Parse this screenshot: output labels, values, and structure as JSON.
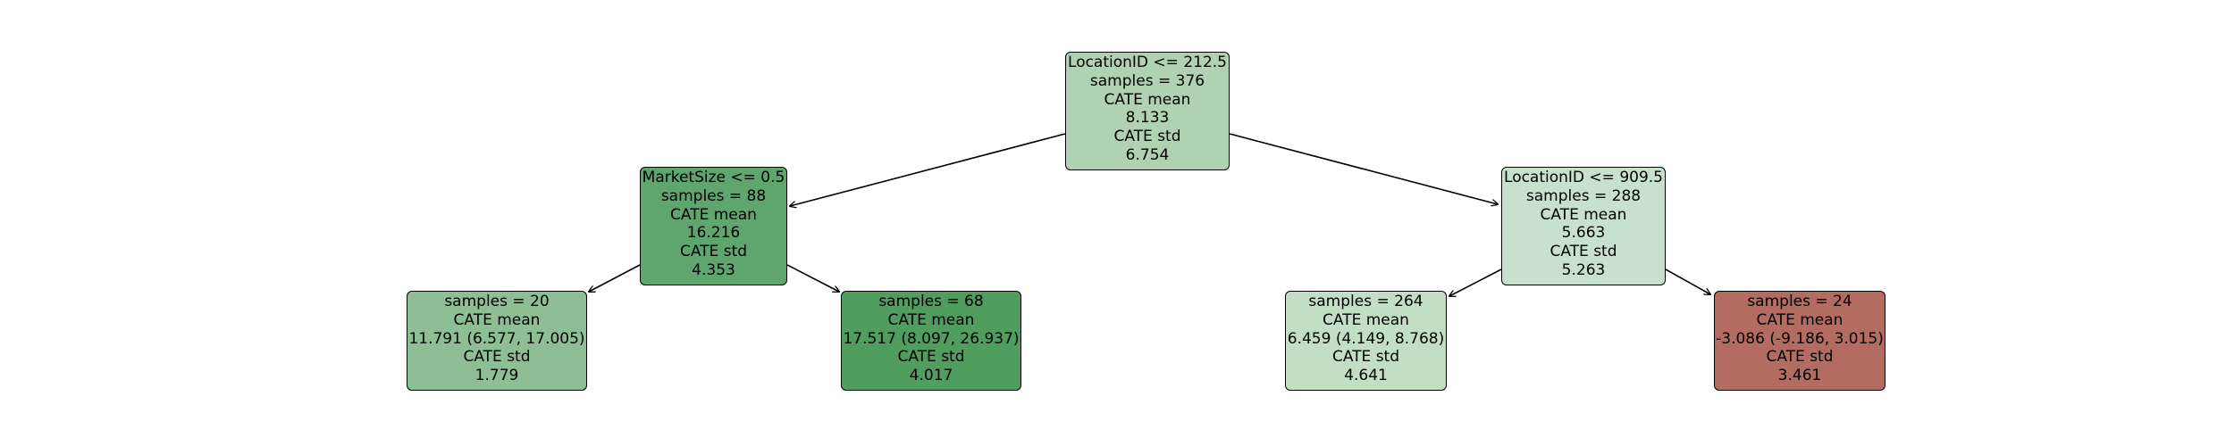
{
  "tree": {
    "nodes": [
      {
        "id": "root",
        "color": "#afd2b3",
        "lines": [
          "LocationID <= 212.5",
          "samples = 376",
          "CATE mean",
          "8.133",
          "CATE std",
          "6.754"
        ]
      },
      {
        "id": "left",
        "color": "#5fa66e",
        "lines": [
          "MarketSize <= 0.5",
          "samples = 88",
          "CATE mean",
          "16.216",
          "CATE std",
          "4.353"
        ]
      },
      {
        "id": "right",
        "color": "#c8e1cc",
        "lines": [
          "LocationID <= 909.5",
          "samples = 288",
          "CATE mean",
          "5.663",
          "CATE std",
          "5.263"
        ]
      },
      {
        "id": "left-left",
        "color": "#8ebf94",
        "lines": [
          "samples = 20",
          "CATE mean",
          "11.791 (6.577, 17.005)",
          "CATE std",
          "1.779"
        ]
      },
      {
        "id": "left-right",
        "color": "#519c5f",
        "lines": [
          "samples = 68",
          "CATE mean",
          "17.517 (8.097, 26.937)",
          "CATE std",
          "4.017"
        ]
      },
      {
        "id": "right-left",
        "color": "#c2dec5",
        "lines": [
          "samples = 264",
          "CATE mean",
          "6.459 (4.149, 8.768)",
          "CATE std",
          "4.641"
        ]
      },
      {
        "id": "right-right",
        "color": "#b36c61",
        "lines": [
          "samples = 24",
          "CATE mean",
          "-3.086 (-9.186, 3.015)",
          "CATE std",
          "3.461"
        ]
      }
    ],
    "edges": [
      {
        "from": "root",
        "to": "left"
      },
      {
        "from": "root",
        "to": "right"
      },
      {
        "from": "left",
        "to": "left-left"
      },
      {
        "from": "left",
        "to": "left-right"
      },
      {
        "from": "right",
        "to": "right-left"
      },
      {
        "from": "right",
        "to": "right-right"
      }
    ]
  }
}
